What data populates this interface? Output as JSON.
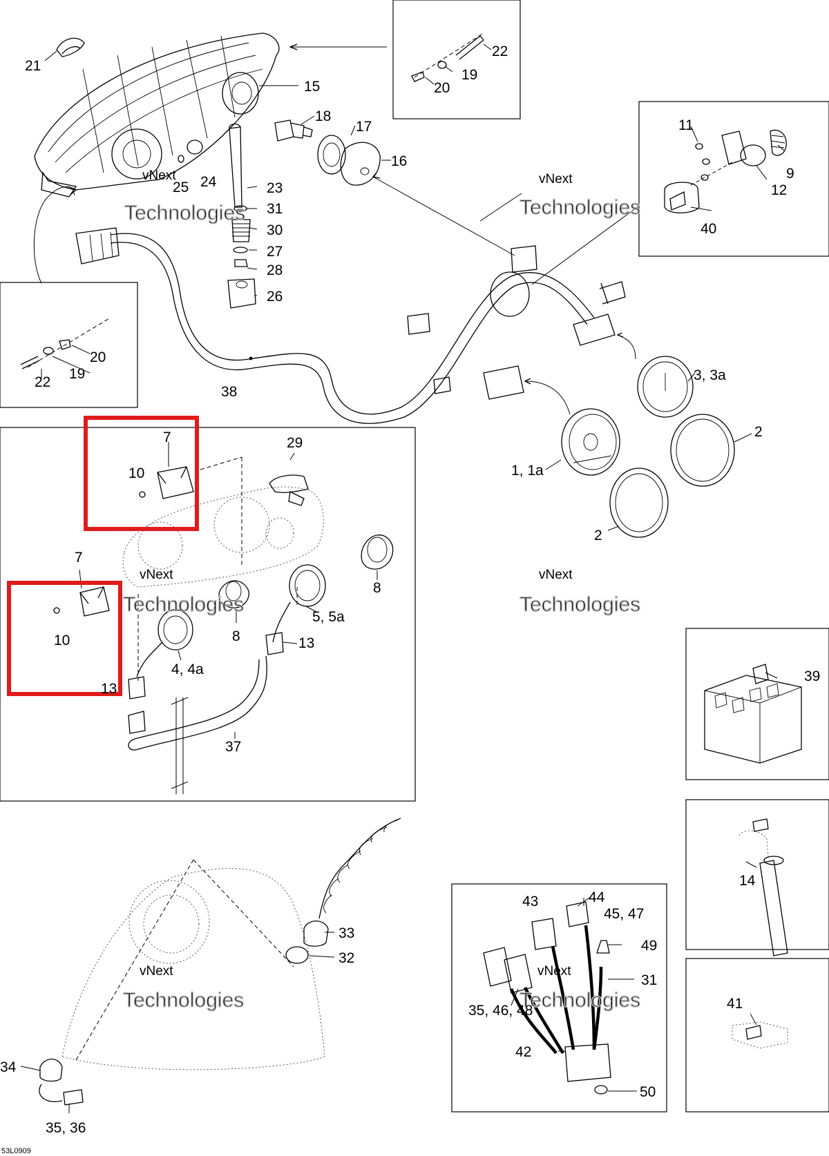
{
  "figure_code": "53L0909",
  "watermark": {
    "line1": "vNext",
    "line2": "Technologies"
  },
  "highlight_color": "#e01b1b",
  "labels": {
    "p1": "1, 1a",
    "p2a": "2",
    "p2b": "2",
    "p3": "3, 3a",
    "p4": "4, 4a",
    "p5": "5, 5a",
    "p7a": "7",
    "p7b": "7",
    "p8a": "8",
    "p8b": "8",
    "p9": "9",
    "p10a": "10",
    "p10b": "10",
    "p11": "11",
    "p12": "12",
    "p13a": "13",
    "p13b": "13",
    "p14": "14",
    "p15": "15",
    "p16": "16",
    "p17": "17",
    "p18": "18",
    "p19a": "19",
    "p19b": "19",
    "p20a": "20",
    "p20b": "20",
    "p21": "21",
    "p22a": "22",
    "p22b": "22",
    "p23": "23",
    "p24": "24",
    "p25": "25",
    "p26": "26",
    "p27": "27",
    "p28": "28",
    "p29": "29",
    "p30": "30",
    "p31a": "31",
    "p31b": "31",
    "p32": "32",
    "p33": "33",
    "p34": "34",
    "p3536": "35, 36",
    "p354648": "35, 46, 48",
    "p37": "37",
    "p38": "38",
    "p39": "39",
    "p40": "40",
    "p41": "41",
    "p42": "42",
    "p44": "44",
    "p43": "43",
    "p4547": "45, 47",
    "p49": "49",
    "p50": "50"
  }
}
